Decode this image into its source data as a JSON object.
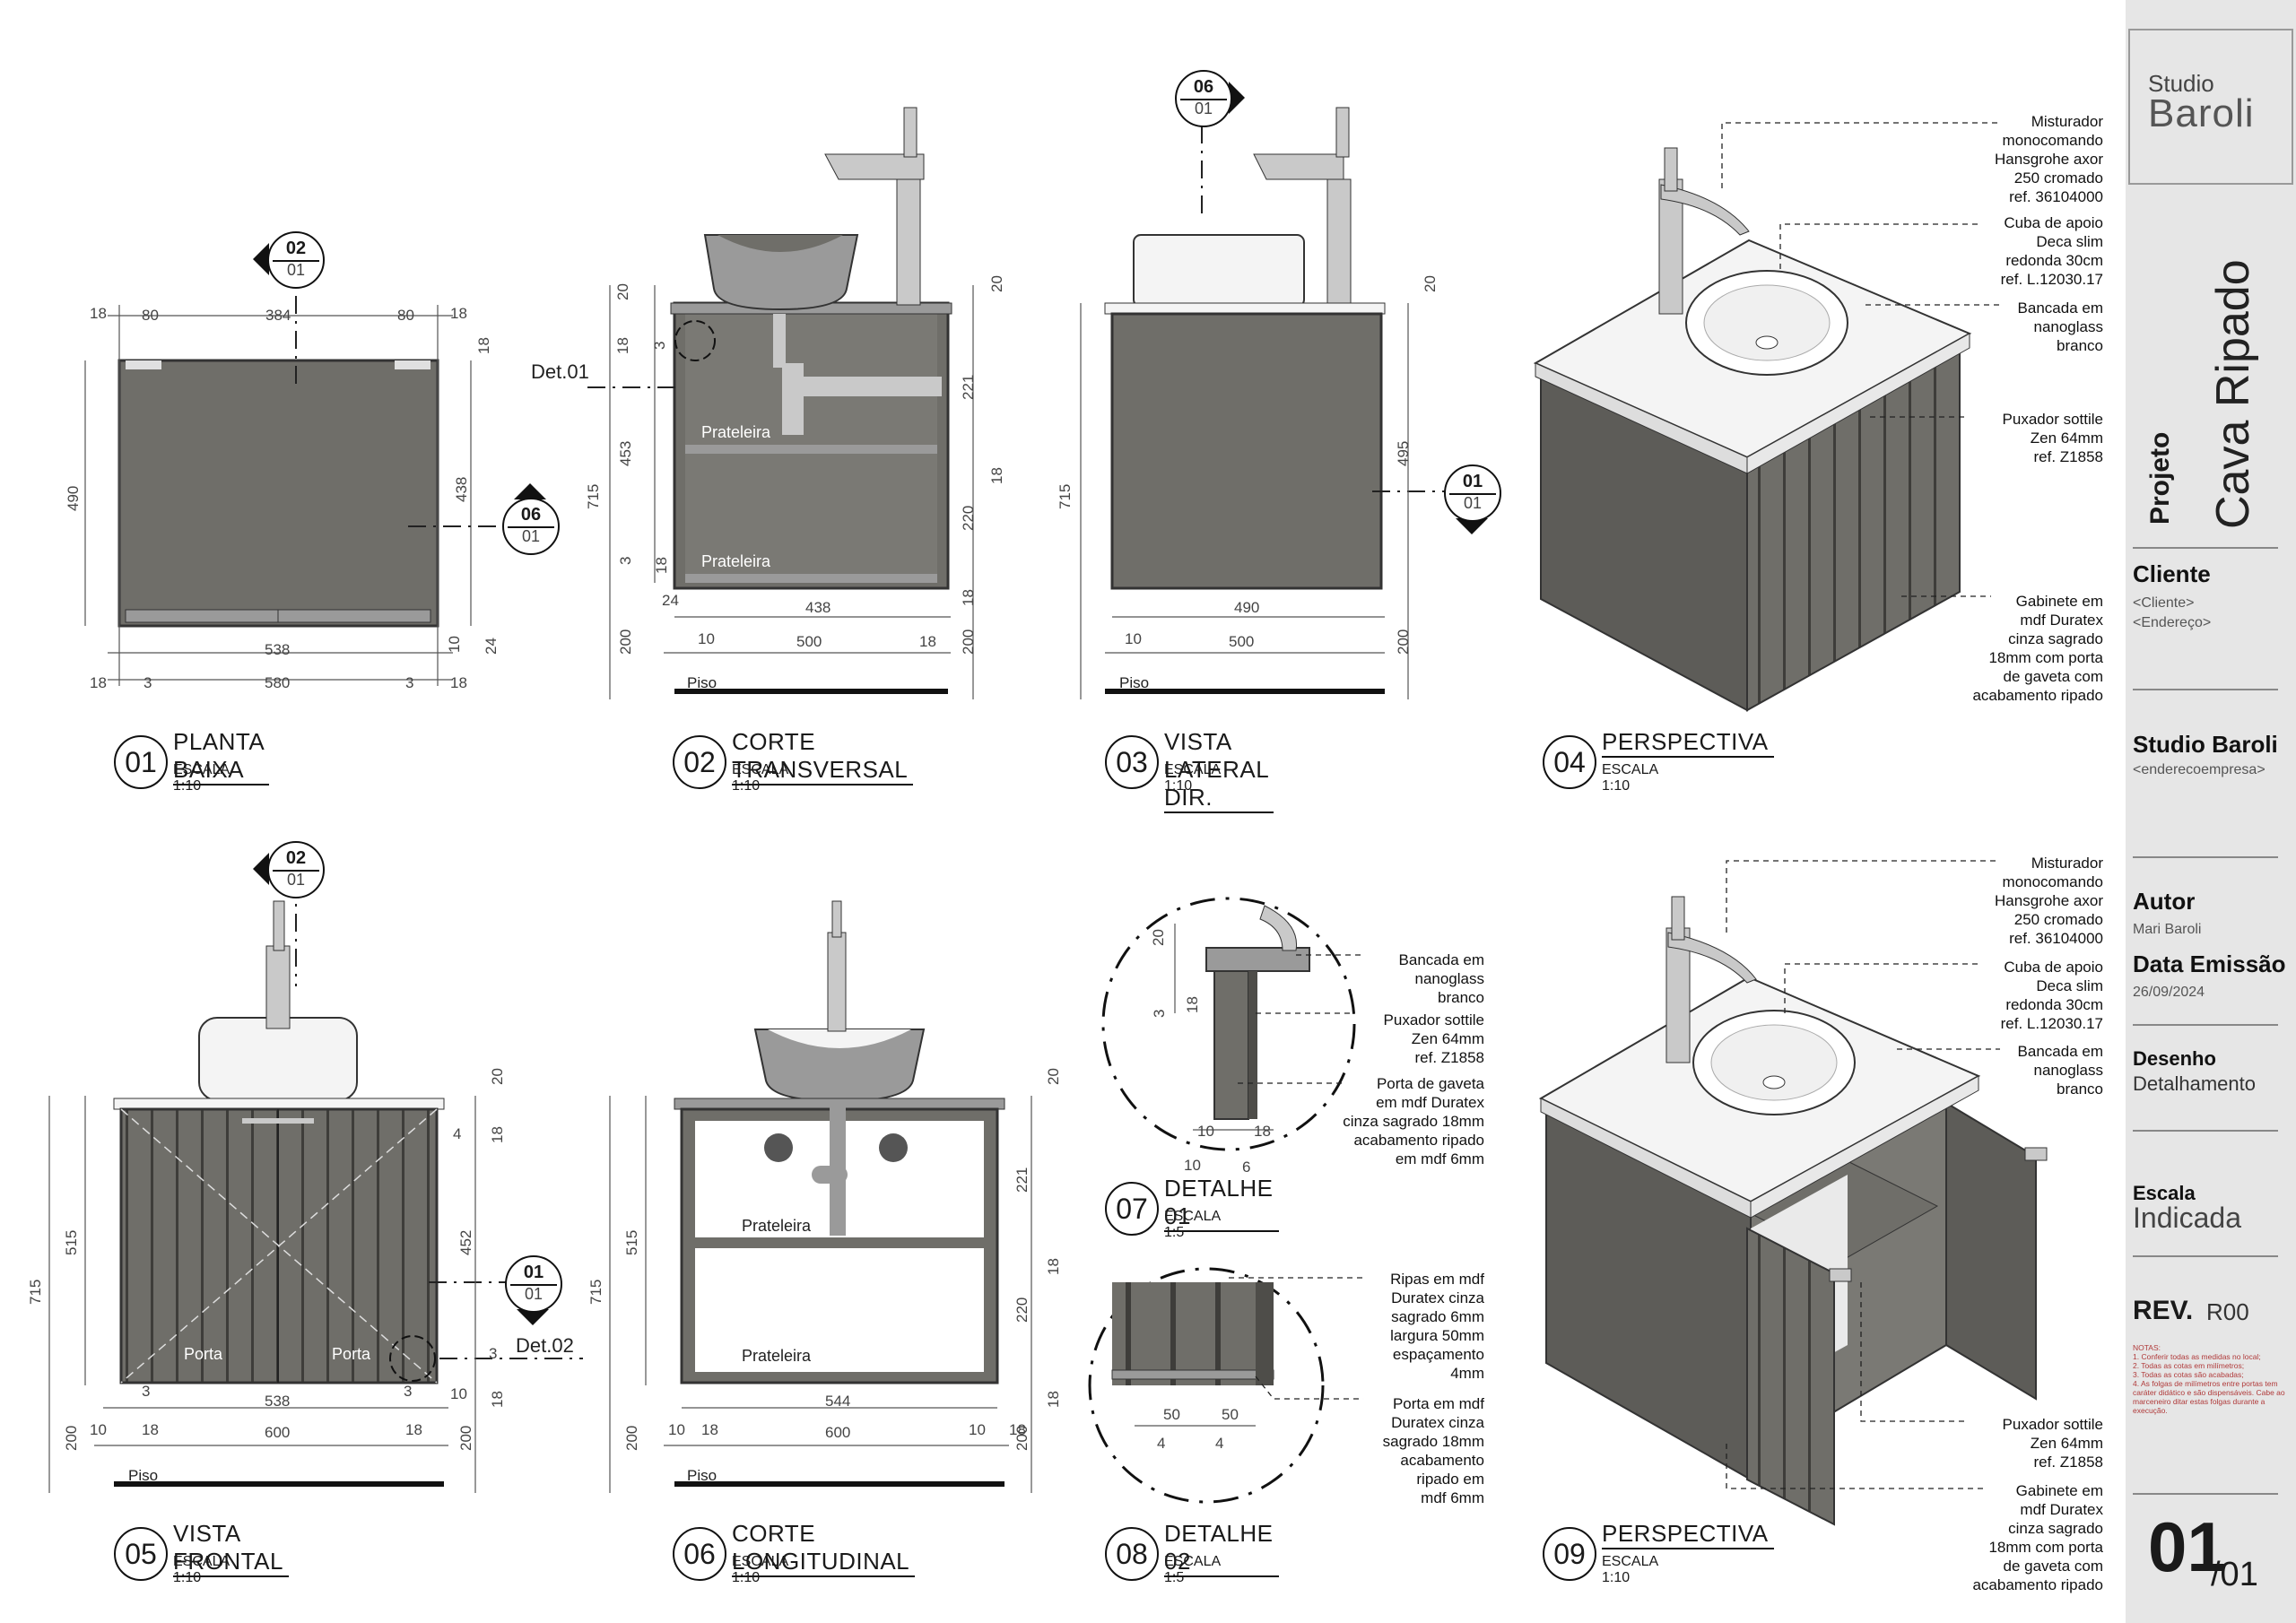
{
  "titleblock": {
    "logo_line1": "Studio",
    "logo_line2": "Baroli",
    "projeto_label": "Projeto",
    "projeto_title": "Cava Ripado",
    "cliente_label": "Cliente",
    "cliente_value": "<Cliente>",
    "cliente_address": "<Endereço>",
    "empresa_label": "Studio Baroli",
    "empresa_address": "<enderecoempresa>",
    "autor_label": "Autor",
    "autor_value": "Mari Baroli",
    "data_label": "Data Emissão",
    "data_value": "26/09/2024",
    "desenho_label": "Desenho",
    "desenho_value": "Detalhamento",
    "escala_label": "Escala",
    "escala_value": "Indicada",
    "rev_label": "REV.",
    "rev_value": "R00",
    "notes_title": "NOTAS:",
    "notes": [
      "1. Conferir todas as medidas no local;",
      "2. Todas as cotas em milímetros;",
      "3. Todas as cotas são acabadas;",
      "4. As folgas de milímetros entre portas tem caráter didático e são dispensáveis. Cabe ao marceneiro ditar estas folgas durante a execução."
    ],
    "sheet_number": "01",
    "sheet_total": "/01"
  },
  "views": [
    {
      "num": "01",
      "title": "PLANTA BAIXA",
      "scale": "ESCALA 1:10"
    },
    {
      "num": "02",
      "title": "CORTE TRANSVERSAL",
      "scale": "ESCALA 1:10"
    },
    {
      "num": "03",
      "title": "VISTA LATERAL DIR.",
      "scale": "ESCALA 1:10"
    },
    {
      "num": "04",
      "title": "PERSPECTIVA",
      "scale": "ESCALA 1:10"
    },
    {
      "num": "05",
      "title": "VISTA FRONTAL",
      "scale": "ESCALA 1:10"
    },
    {
      "num": "06",
      "title": "CORTE LONGITUDINAL",
      "scale": "ESCALA 1:10"
    },
    {
      "num": "07",
      "title": "DETALHE 01",
      "scale": "ESCALA 1:5"
    },
    {
      "num": "08",
      "title": "DETALHE 02",
      "scale": "ESCALA 1:5"
    },
    {
      "num": "09",
      "title": "PERSPECTIVA",
      "scale": "ESCALA 1:10"
    }
  ],
  "section_markers": {
    "m02": {
      "top": "02",
      "bottom": "01"
    },
    "m06": {
      "top": "06",
      "bottom": "01"
    },
    "m01": {
      "top": "01",
      "bottom": "01"
    }
  },
  "labels": {
    "det01": "Det.01",
    "det02": "Det.02",
    "prateleira": "Prateleira",
    "porta": "Porta",
    "piso": "Piso"
  },
  "dims": {
    "v01": {
      "d18a": "18",
      "d80a": "80",
      "d384": "384",
      "d80b": "80",
      "d18b": "18",
      "d490": "490",
      "d438": "438",
      "d18c": "18",
      "d538": "538",
      "d580": "580",
      "d3a": "3",
      "d3b": "3",
      "d18d": "18",
      "d18e": "18",
      "d10": "10",
      "d24": "24"
    },
    "v02": {
      "d20": "20",
      "d18a": "18",
      "d3a": "3",
      "d453": "453",
      "d715": "715",
      "d3b": "3",
      "d18b": "18",
      "d24": "24",
      "d10": "10",
      "d438": "438",
      "d500": "500",
      "d18c": "18",
      "d200a": "200",
      "d221": "221",
      "d18d": "18",
      "d220": "220",
      "d18e": "18",
      "d200b": "200",
      "d20b": "20"
    },
    "v03": {
      "d715": "715",
      "d495": "495",
      "d20": "20",
      "d490": "490",
      "d10": "10",
      "d500": "500",
      "d200": "200"
    },
    "v05": {
      "d515": "515",
      "d715": "715",
      "d200a": "200",
      "d20": "20",
      "d4": "4",
      "d18a": "18",
      "d452": "452",
      "d3a": "3",
      "d18b": "18",
      "d200b": "200",
      "d538": "538",
      "d3b": "3",
      "d3c": "3",
      "d10a": "10",
      "d18c": "18",
      "d600": "600",
      "d18d": "18",
      "d10b": "10"
    },
    "v06": {
      "d515": "515",
      "d715": "715",
      "d200a": "200",
      "d20": "20",
      "d221": "221",
      "d18a": "18",
      "d220": "220",
      "d18b": "18",
      "d200b": "200",
      "d544": "544",
      "d10a": "10",
      "d18c": "18",
      "d600": "600",
      "d10b": "10",
      "d18d": "18"
    },
    "v07": {
      "d20": "20",
      "d3": "3",
      "d18a": "18",
      "d10a": "10",
      "d18b": "18",
      "d10b": "10",
      "d6": "6"
    },
    "v08": {
      "d50a": "50",
      "d50b": "50",
      "d4a": "4",
      "d4b": "4"
    }
  },
  "callouts04": [
    [
      "Misturador",
      "monocomando",
      "Hansgrohe axor",
      "250 cromado",
      "ref. 36104000"
    ],
    [
      "Cuba de apoio",
      "Deca slim",
      "redonda 30cm",
      "ref. L.12030.17"
    ],
    [
      "Bancada em",
      "nanoglass",
      "branco"
    ],
    [
      "Puxador sottile",
      "Zen 64mm",
      "ref. Z1858"
    ],
    [
      "Gabinete em",
      "mdf Duratex",
      "cinza sagrado",
      "18mm com porta",
      "de gaveta com",
      "acabamento ripado"
    ]
  ],
  "callouts07": [
    [
      "Bancada em",
      "nanoglass",
      "branco"
    ],
    [
      "Puxador sottile",
      "Zen 64mm",
      "ref. Z1858"
    ],
    [
      "Porta de gaveta",
      "em mdf Duratex",
      "cinza sagrado 18mm",
      "acabamento ripado",
      "em mdf 6mm"
    ]
  ],
  "callouts08": [
    [
      "Ripas em mdf",
      "Duratex cinza",
      "sagrado 6mm",
      "largura 50mm",
      "espaçamento",
      "4mm"
    ],
    [
      "Porta em mdf",
      "Duratex cinza",
      "sagrado 18mm",
      "acabamento",
      "ripado em",
      "mdf 6mm"
    ]
  ],
  "callouts09": [
    [
      "Misturador",
      "monocomando",
      "Hansgrohe axor",
      "250 cromado",
      "ref. 36104000"
    ],
    [
      "Cuba de apoio",
      "Deca slim",
      "redonda 30cm",
      "ref. L.12030.17"
    ],
    [
      "Bancada em",
      "nanoglass",
      "branco"
    ],
    [
      "Puxador sottile",
      "Zen 64mm",
      "ref. Z1858"
    ],
    [
      "Gabinete em",
      "mdf Duratex",
      "cinza sagrado",
      "18mm com porta",
      "de gaveta com",
      "acabamento ripado"
    ]
  ],
  "colors": {
    "cabinet": "#6f6e69",
    "cabinet_dark": "#4e4d49",
    "counter": "#f4f4f4",
    "steel": "#c9c9c9",
    "sidebar": "#e6e6e6"
  }
}
